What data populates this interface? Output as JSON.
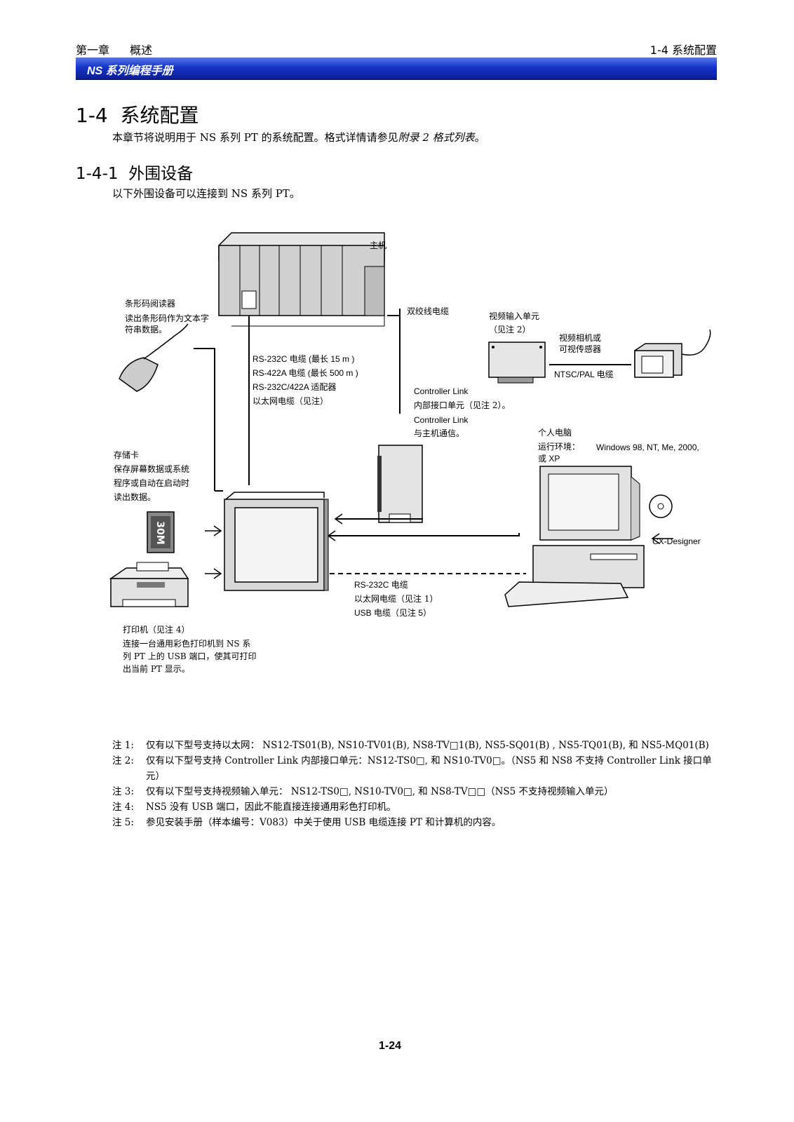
{
  "header": {
    "chapter": "第一章",
    "chapter_title": "概述",
    "section_ref": "1-4 系统配置",
    "banner": "NS 系列编程手册"
  },
  "title": {
    "number": "1-4",
    "text": "系统配置"
  },
  "intro": {
    "before": "本章节将说明用于 NS 系列 PT 的系统配置。格式详情请参见",
    "italic": "附录 2 格式列表",
    "after": "。"
  },
  "subsection": {
    "number": "1-4-1",
    "text": "外围设备"
  },
  "sub_intro": "以下外围设备可以连接到 NS 系列 PT。",
  "diagram": {
    "host": "主机",
    "barcode_title": "条形码阅读器",
    "barcode_desc_1": "读出条形码作为文本字",
    "barcode_desc_2": "符串数据。",
    "twisted_pair": "双绞线电缆",
    "video_unit": "视频输入单元",
    "video_note": "（见注 2）",
    "camera_1": "视频相机或",
    "camera_2": "可视传感器",
    "ntsc": "NTSC/PAL 电缆",
    "rs232c_cable": "RS-232C 电缆 (最长 15 m )",
    "rs422a_cable": "RS-422A 电缆 (最长 500 m )",
    "adapter": "RS-232C/422A 适配器",
    "ethernet": "以太网电缆（见注）",
    "cl_1": "Controller Link",
    "cl_2": "内部接口单元（见注 2）。",
    "cl_3": "Controller Link",
    "cl_4": "与主机通信。",
    "pc": "个人电脑",
    "pc_env_label": "运行环境：",
    "pc_env_value": "Windows 98, NT, Me, 2000,",
    "pc_env_value2": "或 XP",
    "memcard_title": "存储卡",
    "memcard_1": "保存屏幕数据或系统",
    "memcard_2": "程序或自动在启动时",
    "memcard_3": "读出数据。",
    "cx_designer": "CX-Designer",
    "bottom_rs232c": "RS-232C 电缆",
    "bottom_eth": "以太网电缆（见注 1）",
    "bottom_usb": "USB 电缆（见注 5）",
    "printer_title": "打印机（见注 4）",
    "printer_1": "连接一台通用彩色打印机到 NS 系",
    "printer_2": "列 PT 上的 USB 端口，使其可打印",
    "printer_3": "出当前 PT 显示。",
    "card_text": "30M"
  },
  "notes": [
    {
      "key": "注 1:",
      "text": "仅有以下型号支持以太网： NS12-TS01(B), NS10-TV01(B), NS8-TV□1(B), NS5-SQ01(B) , NS5-TQ01(B), 和 NS5-MQ01(B)"
    },
    {
      "key": "注 2:",
      "text": "仅有以下型号支持 Controller Link 内部接口单元：NS12-TS0□, 和 NS10-TV0□。（NS5 和 NS8 不支持 Controller Link 接口单元）"
    },
    {
      "key": "注 3:",
      "text": "仅有以下型号支持视频输入单元： NS12-TS0□, NS10-TV0□, 和 NS8-TV□□（NS5 不支持视频输入单元）"
    },
    {
      "key": "注 4:",
      "text": "NS5 没有 USB 端口，因此不能直接连接通用彩色打印机。"
    },
    {
      "key": "注 5:",
      "text": "参见安装手册（样本编号：V083）中关于使用 USB 电缆连接 PT 和计算机的内容。"
    }
  ],
  "page_number": "1-24"
}
